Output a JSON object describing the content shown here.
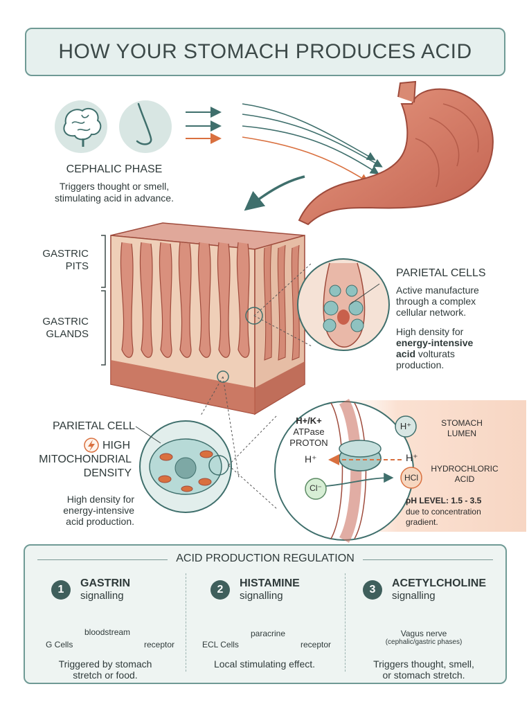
{
  "title": "HOW YOUR STOMACH PRODUCES ACID",
  "cephalic": {
    "heading": "CEPHALIC PHASE",
    "line1": "Triggers thought or smell,",
    "line2": "stimulating acid in advance."
  },
  "labels": {
    "gastric_pits_1": "GASTRIC",
    "gastric_pits_2": "PITS",
    "gastric_glands_1": "GASTRIC",
    "gastric_glands_2": "GLANDS"
  },
  "parietal_cells": {
    "heading": "PARIETAL CELLS",
    "line1": "Active manufacture",
    "line2": "through a complex",
    "line3": "cellular network.",
    "line4": "High density for",
    "line5_bold": "energy-intensive",
    "line6_bold": "acid",
    "line6_rest": " volturats",
    "line7": "production."
  },
  "parietal_cell": {
    "heading": "PARIETAL CELL",
    "high": "HIGH",
    "mito": "MITOCHONDRIAL",
    "density": "DENSITY",
    "body1": "High density for",
    "body2": "energy-intensive",
    "body3": "acid production."
  },
  "pump": {
    "label1": "H+/K+",
    "label2": "ATPase",
    "label3": "PROTON",
    "h_left": "H⁺",
    "h_right": "H⁺",
    "h_bubble": "H⁺",
    "cl": "Cl⁻",
    "hcl": "HCl",
    "lumen1": "STOMACH",
    "lumen2": "LUMEN",
    "acid1": "HYDROCHLORIC",
    "acid2": "ACID",
    "ph_bold": "pH LEVEL: 1.5 - 3.5",
    "ph2": "due to concentration",
    "ph3": "gradient."
  },
  "regulation": {
    "heading": "ACID PRODUCTION REGULATION",
    "steps": [
      {
        "num": "1",
        "title": "GASTRIN",
        "sub": "signalling",
        "left": "G Cells",
        "mid": "bloodstream",
        "right": "receptor",
        "desc1": "Triggered by stomach",
        "desc2": "stretch or food."
      },
      {
        "num": "2",
        "title": "HISTAMINE",
        "sub": "signalling",
        "left": "ECL Cells",
        "mid": "paracrine",
        "right": "receptor",
        "desc1": "Local stimulating effect.",
        "desc2": ""
      },
      {
        "num": "3",
        "title": "ACETYLCHOLINE",
        "sub": "signalling",
        "mid": "Vagus nerve",
        "mid2": "(cephalic/gastric phases)",
        "desc1": "Triggers thought, smell,",
        "desc2": "or stomach stretch."
      }
    ]
  },
  "colors": {
    "teal": "#3f6f6c",
    "orange": "#d9703f",
    "tissue": "#c9695a",
    "panel_bg": "#eef4f2"
  }
}
